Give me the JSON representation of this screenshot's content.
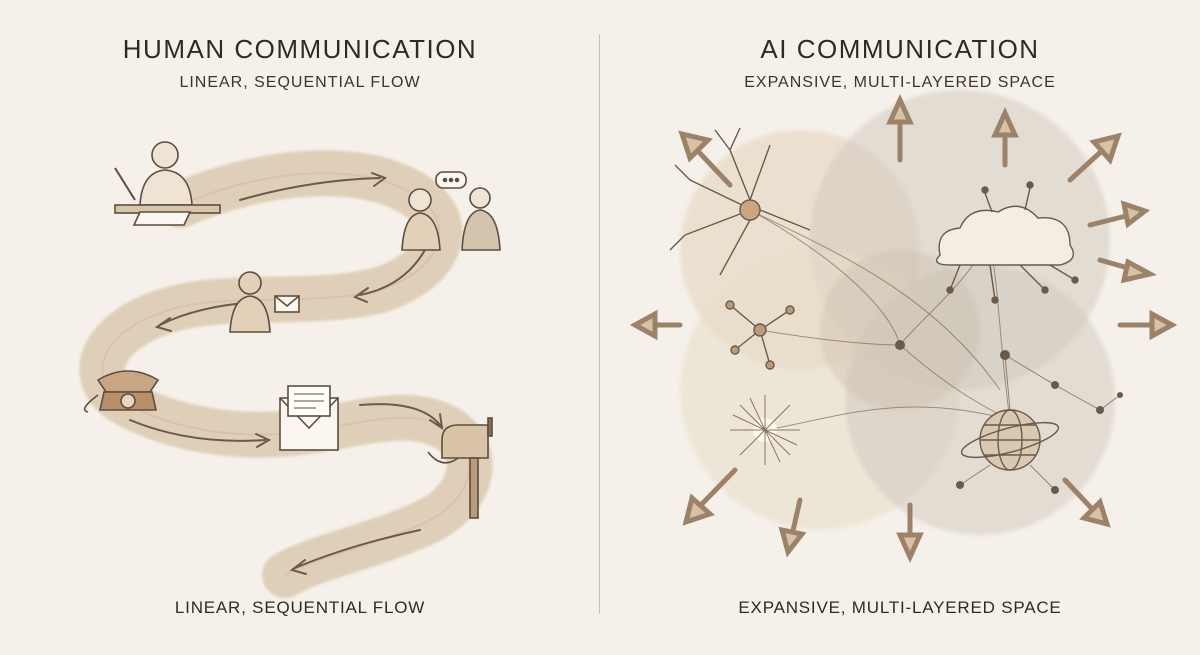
{
  "human": {
    "title": "HUMAN COMMUNICATION",
    "subtitle": "LINEAR, SEQUENTIAL FLOW",
    "caption": "LINEAR, SEQUENTIAL FLOW",
    "icons": [
      "writer-icon",
      "conversation-icon",
      "letter-reader-icon",
      "telephone-icon",
      "envelope-icon",
      "mailbox-icon"
    ]
  },
  "ai": {
    "title": "AI COMMUNICATION",
    "subtitle": "EXPANSIVE, MULTI-LAYERED SPACE",
    "caption": "EXPANSIVE, MULTI-LAYERED SPACE",
    "icons": [
      "neuron-icon",
      "cloud-network-icon",
      "molecule-icon",
      "light-burst-icon",
      "globe-icon"
    ]
  },
  "colors": {
    "background": "#f5f1ea",
    "path": "#d9c4a8",
    "ink": "#6b5a48",
    "wash_warm": "#e3d2bb",
    "wash_cool": "#cfc8bd"
  }
}
